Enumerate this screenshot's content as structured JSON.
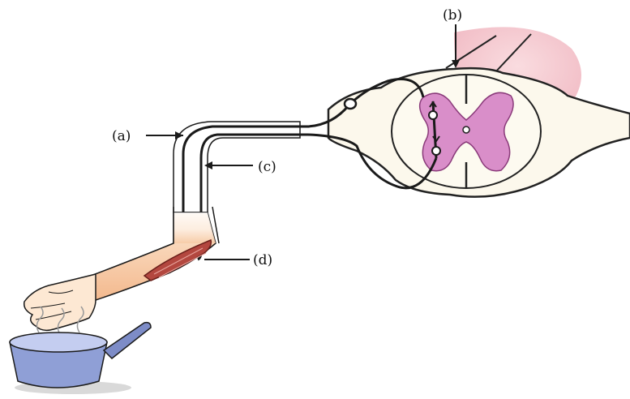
{
  "labels": {
    "a": "(a)",
    "b": "(b)",
    "c": "(c)",
    "d": "(d)"
  },
  "colors": {
    "nerve": "#1a1a1a",
    "grey_matter": "#d98ec9",
    "grey_matter_edge": "#8a3a7a",
    "cord_fill": "#fcf8ec",
    "root_pink": "#f4c7cf",
    "skin_light": "#fde8d3",
    "skin_shadow": "#f3b98e",
    "muscle": "#b3473f",
    "pan_body": "#8f9fd6",
    "pan_rim": "#c4cdf0",
    "pan_handle": "#7d8cc7",
    "shadow": "#d9d9d9"
  },
  "icons": {
    "pan": "saucepan-icon",
    "steam": "steam-icon"
  }
}
